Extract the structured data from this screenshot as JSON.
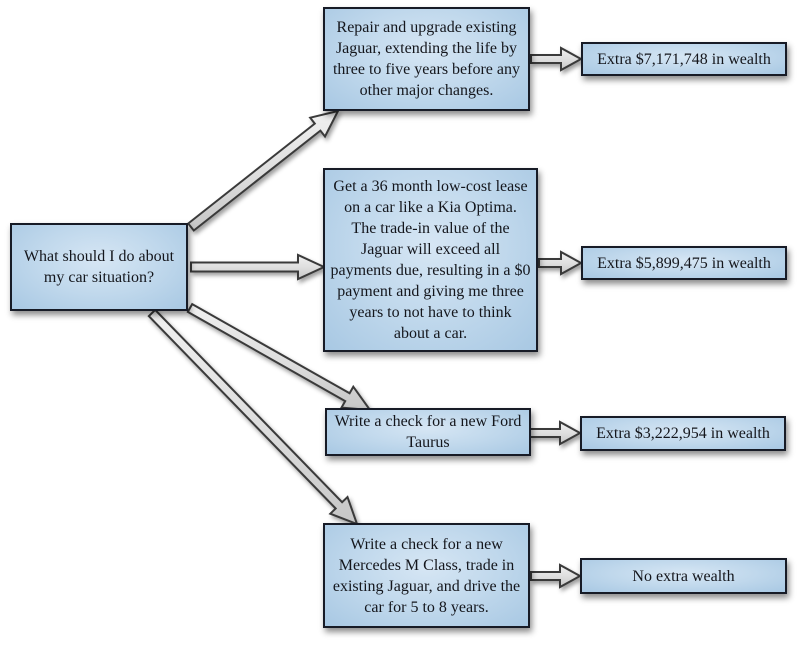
{
  "diagram": {
    "title": "Car decision flowchart",
    "root": {
      "id": "root",
      "label": "What should I do about my car situation?"
    },
    "options": [
      {
        "id": "option-1",
        "label": "Repair and upgrade existing Jaguar, extending the life by three to five years before any other major changes."
      },
      {
        "id": "option-2",
        "label": "Get a 36 month low-cost lease on a car like a Kia Optima.  The trade-in value of the Jaguar will exceed all payments due, resulting in a $0 payment and giving me three years to not have to think about a car."
      },
      {
        "id": "option-3",
        "label": "Write a check for a new Ford Taurus"
      },
      {
        "id": "option-4",
        "label": "Write a check for a new Mercedes M Class, trade in existing Jaguar, and drive the car for 5 to 8 years."
      }
    ],
    "outcomes": [
      {
        "id": "outcome-1",
        "label": "Extra $7,171,748 in wealth"
      },
      {
        "id": "outcome-2",
        "label": "Extra $5,899,475 in wealth"
      },
      {
        "id": "outcome-3",
        "label": "Extra $3,222,954 in wealth"
      },
      {
        "id": "outcome-4",
        "label": "No extra wealth"
      }
    ],
    "edges": [
      {
        "from": "root",
        "to": "option-1"
      },
      {
        "from": "root",
        "to": "option-2"
      },
      {
        "from": "root",
        "to": "option-3"
      },
      {
        "from": "root",
        "to": "option-4"
      },
      {
        "from": "option-1",
        "to": "outcome-1"
      },
      {
        "from": "option-2",
        "to": "outcome-2"
      },
      {
        "from": "option-3",
        "to": "outcome-3"
      },
      {
        "from": "option-4",
        "to": "outcome-4"
      }
    ],
    "colors": {
      "node_fill": "#bed7ec",
      "node_fill_light": "#d6e6f4",
      "node_fill_dark": "#a8c8e3",
      "node_border": "#171b26",
      "arrow_fill": "#e2e2e2",
      "arrow_border": "#3a3a3a",
      "text": "#14161c",
      "background": "#ffffff"
    }
  }
}
